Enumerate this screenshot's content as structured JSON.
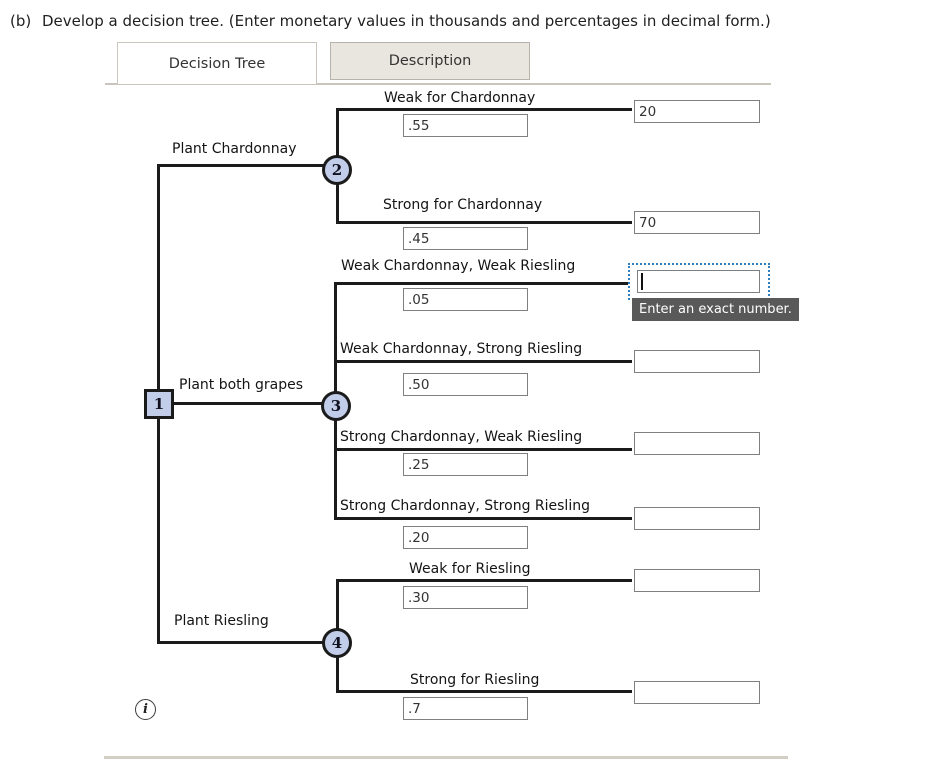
{
  "header": {
    "part_label": "(b)",
    "title": "Develop a decision tree. (Enter monetary values in thousands and percentages in decimal form.)"
  },
  "tabs": [
    {
      "label": "Decision Tree",
      "active": true
    },
    {
      "label": "Description",
      "active": false
    }
  ],
  "tooltip": {
    "text": "Enter an exact number."
  },
  "info_icon": {
    "glyph": "i"
  },
  "colors": {
    "node_fill": "#c1cde9",
    "branch_line": "#1b1b1b",
    "focus_outline": "#2f7fc1",
    "tooltip_bg": "#595959",
    "tab_inactive_bg": "#e9e6df",
    "divider": "#c9c5bc"
  },
  "tree": {
    "root": {
      "id": "1"
    },
    "branches": [
      {
        "id": "2",
        "label": "Plant Chardonnay",
        "outcomes": [
          {
            "label": "Weak for Chardonnay",
            "probability": ".55",
            "payoff": "20"
          },
          {
            "label": "Strong for Chardonnay",
            "probability": ".45",
            "payoff": "70"
          }
        ]
      },
      {
        "id": "3",
        "label": "Plant both grapes",
        "outcomes": [
          {
            "label": "Weak Chardonnay, Weak Riesling",
            "probability": ".05",
            "payoff": ""
          },
          {
            "label": "Weak Chardonnay, Strong Riesling",
            "probability": ".50",
            "payoff": ""
          },
          {
            "label": "Strong Chardonnay, Weak Riesling",
            "probability": ".25",
            "payoff": ""
          },
          {
            "label": "Strong Chardonnay, Strong Riesling",
            "probability": ".20",
            "payoff": ""
          }
        ]
      },
      {
        "id": "4",
        "label": "Plant Riesling",
        "outcomes": [
          {
            "label": "Weak for Riesling",
            "probability": ".30",
            "payoff": ""
          },
          {
            "label": "Strong for Riesling",
            "probability": ".7",
            "payoff": ""
          }
        ]
      }
    ]
  }
}
